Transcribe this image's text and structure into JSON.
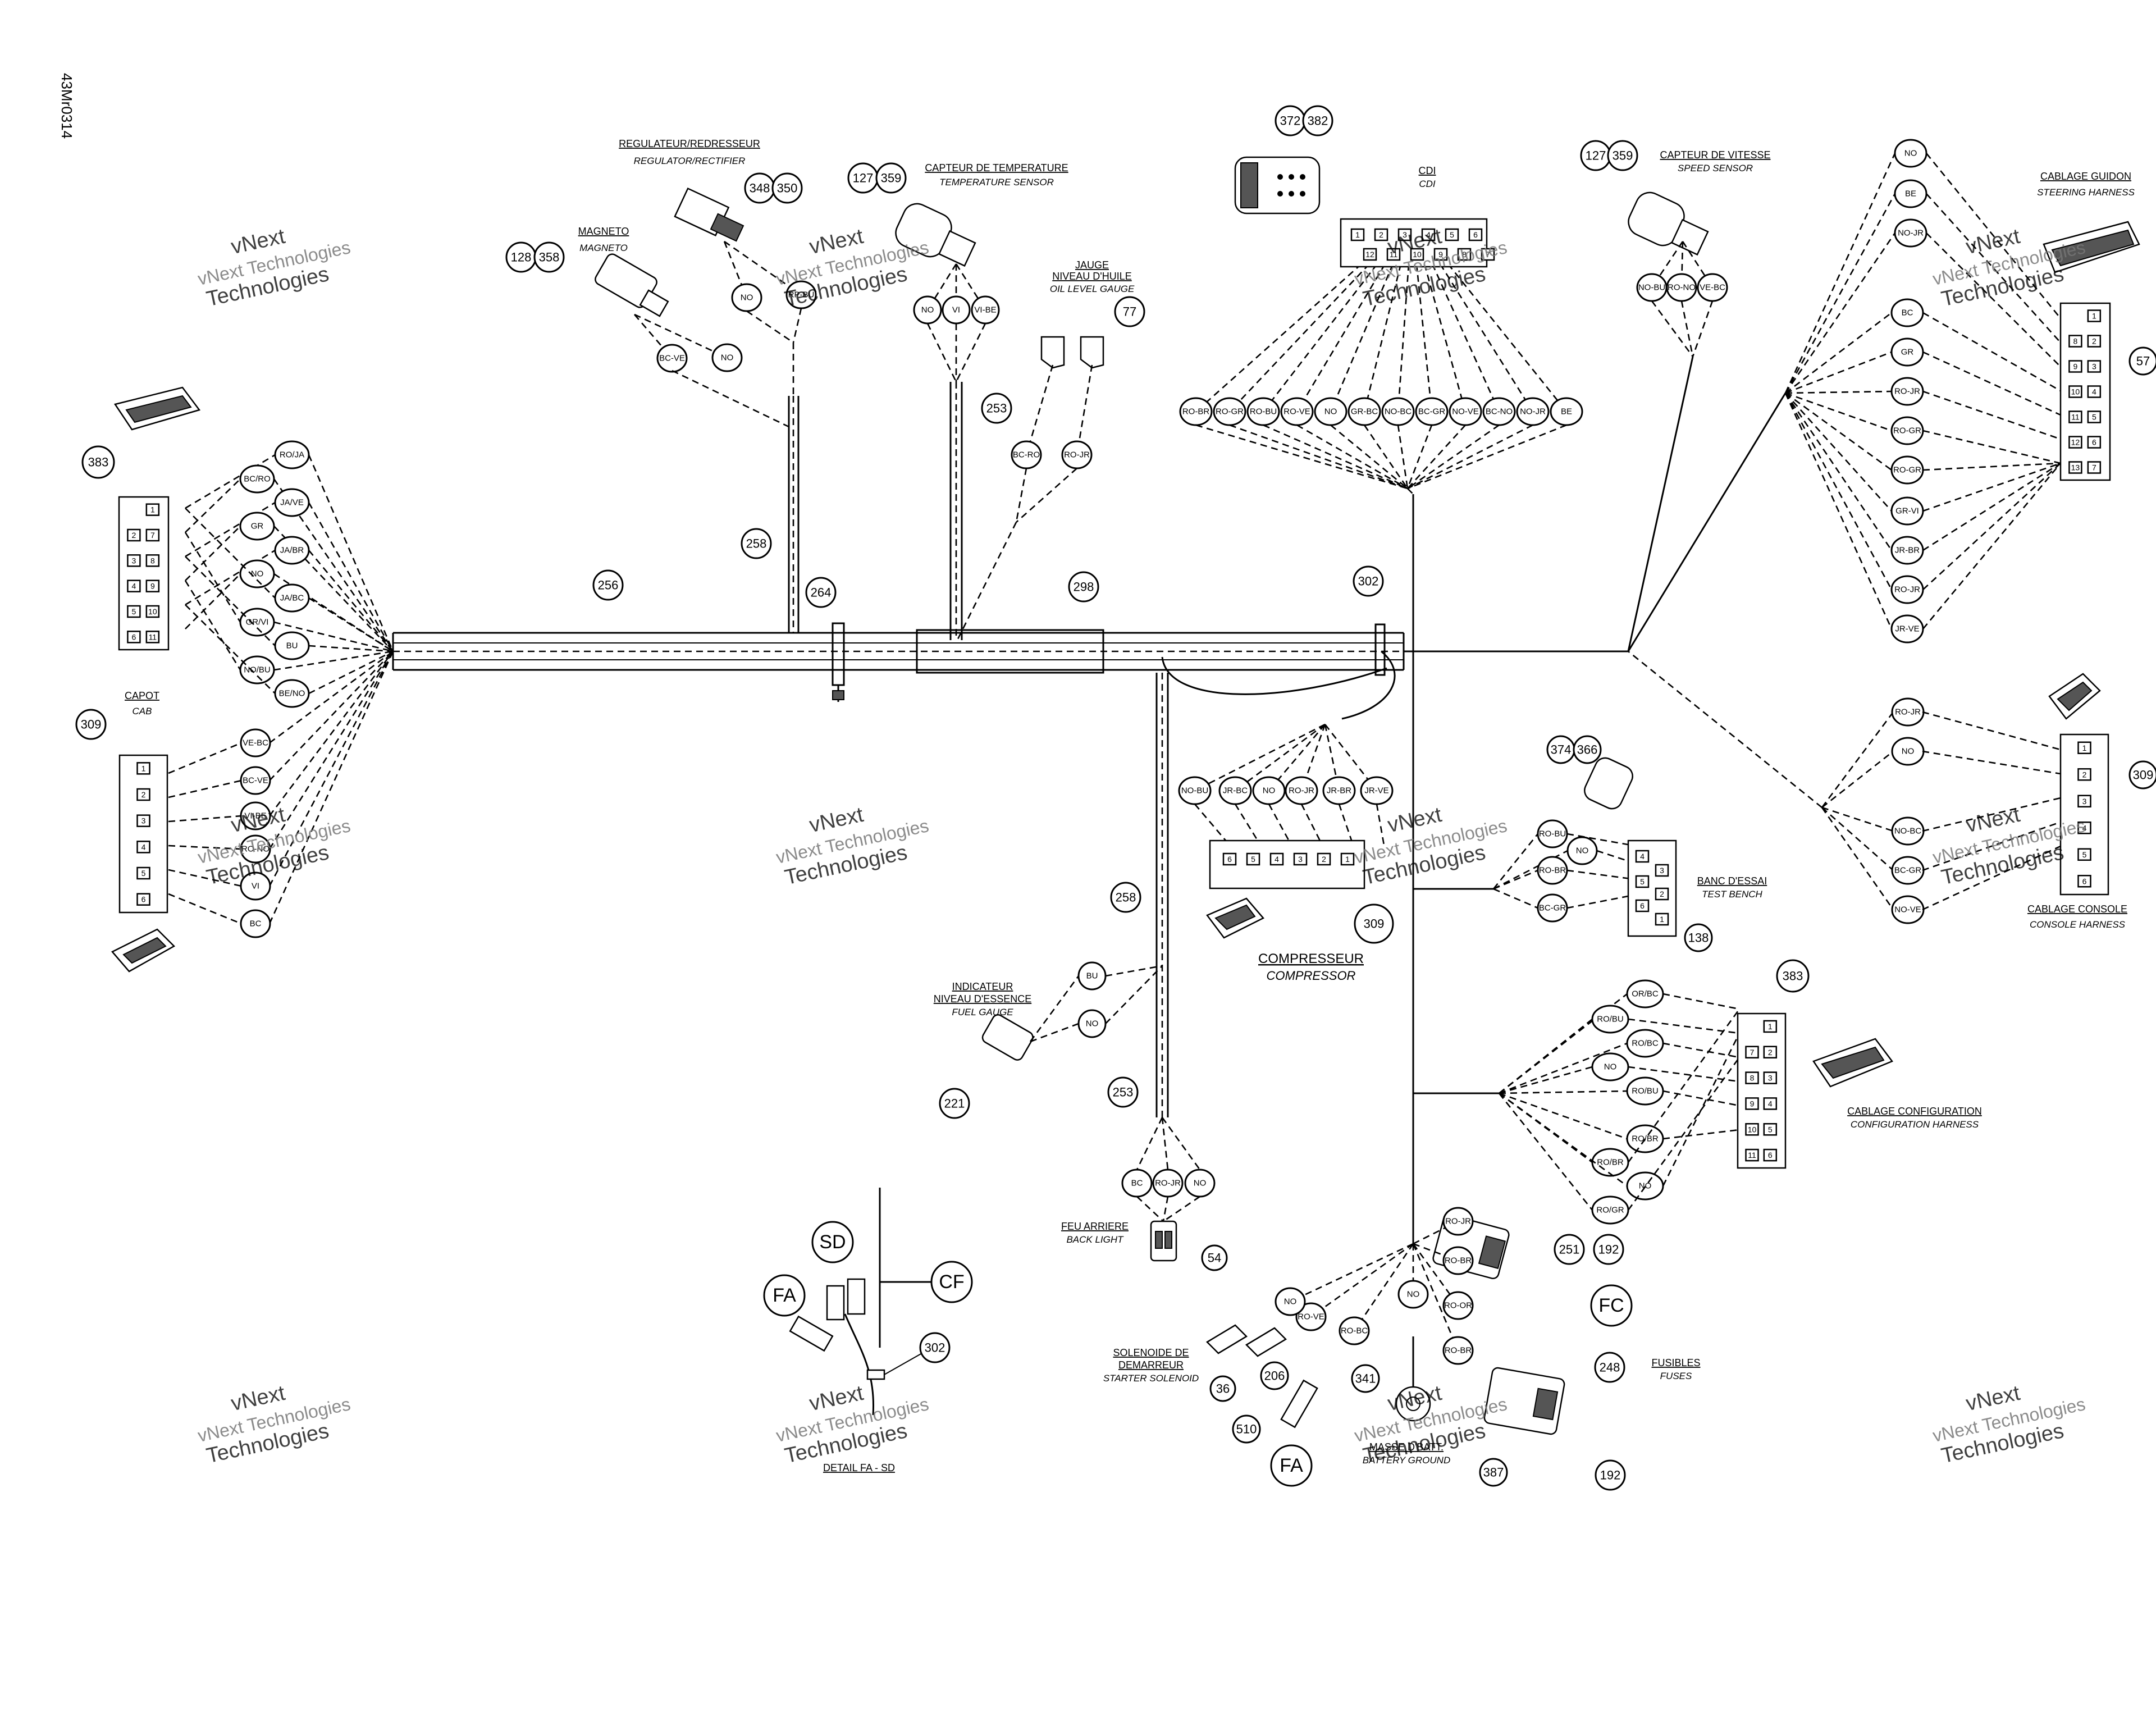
{
  "document_code": "43Mr0314",
  "watermark": {
    "line1": "vNext",
    "line2": "vNext Technologies",
    "line3": "Technologies"
  },
  "refs": {
    "r383a": "383",
    "r309a": "309",
    "r128": "128",
    "r358": "358",
    "r348": "348",
    "r350": "350",
    "r127a": "127",
    "r359a": "359",
    "r77": "77",
    "r372": "372",
    "r382": "382",
    "r127b": "127",
    "r359b": "359",
    "r57": "57",
    "r258a": "258",
    "r256": "256",
    "r264": "264",
    "r298": "298",
    "r253a": "253",
    "r302a": "302",
    "r309b": "309",
    "r374": "374",
    "r366": "366",
    "r138": "138",
    "r309c": "309",
    "r383b": "383",
    "r258b": "258",
    "r253b": "253",
    "r221": "221",
    "r54": "54",
    "r302b": "302",
    "r251": "251",
    "r192a": "192",
    "r248": "248",
    "r36": "36",
    "r206": "206",
    "r510": "510",
    "r341": "341",
    "r387": "387",
    "r192b": "192"
  },
  "detail_letters": {
    "sd": "SD",
    "fa": "FA",
    "cf": "CF",
    "fa2": "FA",
    "fc": "FC"
  },
  "labels": {
    "regulator_fr": "REGULATEUR/REDRESSEUR",
    "regulator_en": "REGULATOR/RECTIFIER",
    "magneto_fr": "MAGNETO",
    "magneto_en": "MAGNETO",
    "temp_fr": "CAPTEUR DE TEMPERATURE",
    "temp_en": "TEMPERATURE SENSOR",
    "oil_fr1": "JAUGE",
    "oil_fr2": "NIVEAU D'HUILE",
    "oil_en": "OIL LEVEL GAUGE",
    "cdi_fr": "CDI",
    "cdi_en": "CDI",
    "speed_fr": "CAPTEUR DE VITESSE",
    "speed_en": "SPEED SENSOR",
    "steer_fr": "CABLAGE GUIDON",
    "steer_en": "STEERING HARNESS",
    "cab_fr": "CAPOT",
    "cab_en": "CAB",
    "console_fr": "CABLAGE CONSOLE",
    "console_en": "CONSOLE HARNESS",
    "bench_fr": "BANC D'ESSAI",
    "bench_en": "TEST BENCH",
    "comp_fr": "COMPRESSEUR",
    "comp_en": "COMPRESSOR",
    "config_fr": "CABLAGE CONFIGURATION",
    "config_en": "CONFIGURATION HARNESS",
    "fuel_fr1": "INDICATEUR",
    "fuel_fr2": "NIVEAU D'ESSENCE",
    "fuel_en": "FUEL GAUGE",
    "back_fr": "FEU ARRIERE",
    "back_en": "BACK LIGHT",
    "starter_fr1": "SOLENOIDE DE",
    "starter_fr2": "DEMARREUR",
    "starter_en": "STARTER SOLENOID",
    "ground_fr": "MASSE D'BATT.",
    "ground_en": "BATTERY GROUND",
    "fuses_fr": "FUSIBLES",
    "fuses_en": "FUSES",
    "detail": "DETAIL FA - SD"
  },
  "wires": {
    "left383": [
      "RO/JA",
      "BC/RO",
      "JA/VE",
      "GR",
      "JA/BR",
      "NO",
      "JA/BC",
      "GR/VI",
      "BU",
      "NO/BU",
      "BE/NO"
    ],
    "cab": [
      "VE-BC",
      "BC-VE",
      "VI-BE",
      "RO-NO",
      "VI",
      "BC"
    ],
    "magneto": [
      "BC-VE",
      "NO"
    ],
    "regulator": [
      "NO",
      "RP-BU"
    ],
    "temp": [
      "NO",
      "VI",
      "VI-BE"
    ],
    "oil": [
      "BC-RO",
      "RO-JR"
    ],
    "cdi": [
      "RO-BR",
      "RO-GR",
      "RO-BU",
      "RO-VE",
      "NO",
      "GR-BC",
      "NO-BC",
      "BC-GR",
      "NO-VE",
      "BC-NO",
      "NO-JR",
      "BE"
    ],
    "speed": [
      "NO-BU",
      "RO-NO",
      "VE-BC"
    ],
    "steer": [
      "NO",
      "BE",
      "NO-JR",
      "BC",
      "GR",
      "RO-JR",
      "RO-GR",
      "RO-GR",
      "GR-VI",
      "JR-BR",
      "RO-JR",
      "JR-VE"
    ],
    "console": [
      "RO-JR",
      "NO",
      "NO-BC",
      "BC-GR",
      "NO-VE"
    ],
    "compressor": [
      "NO-BU",
      "JR-BC",
      "NO",
      "RO-JR",
      "JR-BR",
      "JR-VE"
    ],
    "bench": [
      "RO-BU",
      "NO",
      "RO-BR",
      "BC-GR"
    ],
    "config": [
      "OR/BC",
      "RO/BU",
      "RO/BC",
      "NO",
      "RO/BU",
      "RO/BR",
      "RO/BR",
      "NO",
      "RO/GR"
    ],
    "fuel": [
      "BU",
      "NO"
    ],
    "back": [
      "BC",
      "RO-JR",
      "NO"
    ],
    "bottom": [
      "RO-JR",
      "RO-BR",
      "NO",
      "RO-VE",
      "RO-BC",
      "NO",
      "RO-OR",
      "RO-BR"
    ]
  },
  "pins": {
    "p383a": [
      [
        "1",
        ""
      ],
      [
        "7",
        "2"
      ],
      [
        "8",
        "3"
      ],
      [
        "9",
        "4"
      ],
      [
        "10",
        "5"
      ],
      [
        "11",
        "6"
      ]
    ],
    "cab": [
      "1",
      "2",
      "3",
      "4",
      "5",
      "6"
    ],
    "cdi_top": [
      "1",
      "2",
      "3",
      "4",
      "5",
      "6"
    ],
    "cdi_bot": [
      "12",
      "11",
      "10",
      "9",
      "8",
      "7"
    ],
    "steer": [
      [
        "1",
        ""
      ],
      [
        "2",
        "8"
      ],
      [
        "3",
        "9"
      ],
      [
        "4",
        "10"
      ],
      [
        "5",
        "11"
      ],
      [
        "6",
        "12"
      ],
      [
        "7",
        "13"
      ]
    ],
    "console": [
      "1",
      "2",
      "3",
      "4",
      "5",
      "6"
    ],
    "comp": [
      "6",
      "5",
      "4",
      "3",
      "2",
      "1"
    ],
    "bench": [
      "4",
      "3",
      "5",
      "2",
      "6",
      "1"
    ],
    "p383b": [
      [
        "1",
        ""
      ],
      [
        "2",
        "7"
      ],
      [
        "3",
        "8"
      ],
      [
        "4",
        "9"
      ],
      [
        "5",
        "10"
      ],
      [
        "6",
        "11"
      ]
    ]
  }
}
